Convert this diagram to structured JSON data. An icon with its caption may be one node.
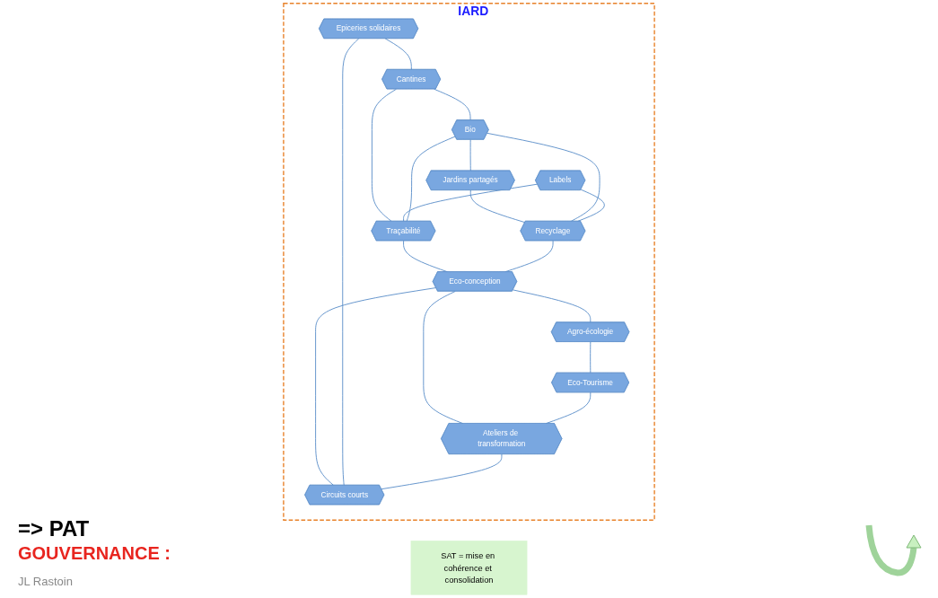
{
  "diagram": {
    "nodes": [
      {
        "text": [
          "IARD"
        ]
      },
      {
        "text": [
          "Epiceries solidaires"
        ],
        "in": 0
      },
      {
        "text": [
          "Jardins partagés"
        ],
        "in": 0
      },
      {
        "text": [
          "Cantines"
        ],
        "in": 0
      },
      {
        "text": [
          "Agro-écologie"
        ],
        "in": 0
      },
      {
        "text": [
          "Bio"
        ],
        "in": 0
      },
      {
        "text": [
          "Recyclage"
        ],
        "in": 0
      },
      {
        "text": [
          "Eco-Tourisme"
        ],
        "in": 0
      },
      {
        "text": [
          "Labels"
        ],
        "in": 0
      },
      {
        "text": [
          "Eco-conception"
        ],
        "in": 0
      },
      {
        "text": [
          "Ateliers de transformation"
        ],
        "in": 0
      },
      {
        "text": [
          "Traçabilité"
        ],
        "in": 0
      },
      {
        "text": [
          "Circuits courts"
        ],
        "in": 0
      },
      {
        "text": [
          "SAT = mise en cohérence et consolidation"
        ]
      }
    ],
    "edges": [
      {
        "from": 1,
        "to": 3,
        "arrow": "none"
      },
      {
        "from": 3,
        "to": 11,
        "arrow": "none"
      },
      {
        "from": 3,
        "to": 5,
        "arrow": "none"
      },
      {
        "from": 5,
        "to": 2,
        "arrow": "none"
      },
      {
        "from": 2,
        "to": 6,
        "arrow": "none"
      },
      {
        "from": 5,
        "to": 6,
        "arrow": "none"
      },
      {
        "from": 8,
        "to": 6,
        "arrow": "none"
      },
      {
        "from": 8,
        "to": 11,
        "arrow": "none"
      },
      {
        "from": 5,
        "to": 11,
        "arrow": "none"
      },
      {
        "from": 11,
        "to": 9,
        "arrow": "none"
      },
      {
        "from": 6,
        "to": 9,
        "arrow": "none"
      },
      {
        "from": 9,
        "to": 4,
        "arrow": "none"
      },
      {
        "from": 9,
        "to": 12,
        "arrow": "none"
      },
      {
        "from": 9,
        "to": 10,
        "arrow": "none"
      },
      {
        "from": 1,
        "to": 12,
        "arrow": "none"
      },
      {
        "from": 4,
        "to": 7,
        "arrow": "none"
      },
      {
        "from": 7,
        "to": 10,
        "arrow": "none"
      },
      {
        "from": 10,
        "to": 12,
        "arrow": "none"
      }
    ],
    "labels": [
      "=> PAT",
      "GOUVERNANCE :",
      "JL Rastoin"
    ]
  }
}
